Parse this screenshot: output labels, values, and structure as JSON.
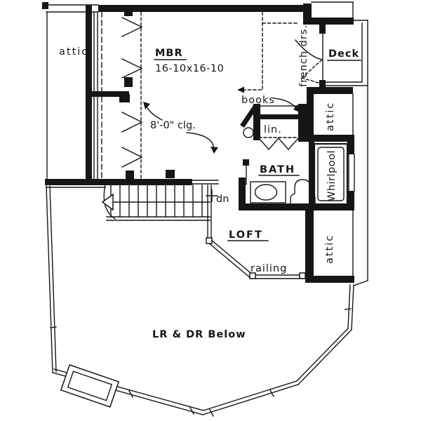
{
  "colors": {
    "ink": "#161616",
    "paper": "#ffffff"
  },
  "plan": {
    "rooms": {
      "attic_left": "attic",
      "mbr": {
        "name": "MBR",
        "dims": "16-10x16-10",
        "ceiling_note": "8'-0\" clg."
      },
      "deck": "Deck",
      "bath": "BATH",
      "loft": "LOFT",
      "attic_upper_right": "attic",
      "attic_lower_right": "attic",
      "below": "LR & DR Below"
    },
    "features": {
      "french_doors": "french drs.",
      "books": "books",
      "linen": "lin.",
      "whirlpool": "Whirlpool",
      "stairs_down": "dn",
      "railing": "railing"
    }
  }
}
